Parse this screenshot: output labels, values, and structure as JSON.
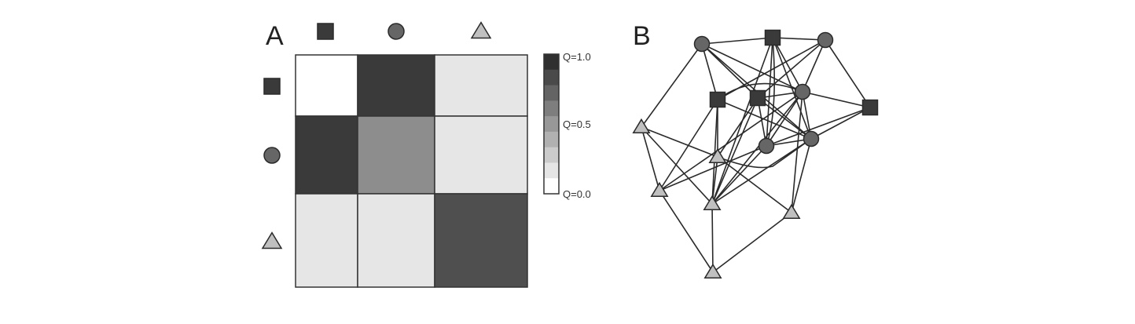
{
  "panels": {
    "a_label": "A",
    "b_label": "B"
  },
  "colors": {
    "square": "#3a3a3a",
    "circle": "#666666",
    "triangle": "#c0c0c0",
    "edge": "#2a2a2a",
    "outline": "#2a2a2a"
  },
  "chart_data": {
    "type": "heatmap",
    "title": "",
    "row_groups": [
      "square",
      "circle",
      "triangle"
    ],
    "col_groups": [
      "square",
      "circle",
      "triangle"
    ],
    "values": [
      [
        0.0,
        0.95,
        0.12
      ],
      [
        0.95,
        0.55,
        0.12
      ],
      [
        0.12,
        0.12,
        0.85
      ]
    ],
    "colorbar": {
      "min": 0.0,
      "max": 1.0,
      "steps": 9,
      "tick_labels": [
        "Q=1.0",
        "Q=0.5",
        "Q=0.0"
      ]
    }
  },
  "network": {
    "nodes": [
      {
        "id": "c1",
        "shape": "circle"
      },
      {
        "id": "s1",
        "shape": "square"
      },
      {
        "id": "c2",
        "shape": "circle"
      },
      {
        "id": "s2",
        "shape": "square"
      },
      {
        "id": "s3",
        "shape": "square"
      },
      {
        "id": "c3",
        "shape": "circle"
      },
      {
        "id": "s4",
        "shape": "square"
      },
      {
        "id": "c4",
        "shape": "circle"
      },
      {
        "id": "c5",
        "shape": "circle"
      },
      {
        "id": "t1",
        "shape": "triangle"
      },
      {
        "id": "t2",
        "shape": "triangle"
      },
      {
        "id": "t3",
        "shape": "triangle"
      },
      {
        "id": "t4",
        "shape": "triangle"
      },
      {
        "id": "t5",
        "shape": "triangle"
      },
      {
        "id": "t6",
        "shape": "triangle"
      }
    ],
    "edges": [
      [
        "c1",
        "s1"
      ],
      [
        "s1",
        "c2"
      ],
      [
        "c1",
        "s2"
      ],
      [
        "c1",
        "c3"
      ],
      [
        "c1",
        "c5"
      ],
      [
        "c1",
        "s3"
      ],
      [
        "c1",
        "t1"
      ],
      [
        "s1",
        "c3"
      ],
      [
        "s1",
        "c4"
      ],
      [
        "s1",
        "c5"
      ],
      [
        "s1",
        "c4b"
      ],
      [
        "c2",
        "s2"
      ],
      [
        "c2",
        "s3"
      ],
      [
        "c2",
        "c3"
      ],
      [
        "c2",
        "s4"
      ],
      [
        "s2",
        "s3c"
      ],
      [
        "s2",
        "c5"
      ],
      [
        "s2",
        "t2"
      ],
      [
        "s2",
        "t3"
      ],
      [
        "s3",
        "c3"
      ],
      [
        "s3",
        "c4"
      ],
      [
        "s3",
        "c5"
      ],
      [
        "s3",
        "t4"
      ],
      [
        "s3",
        "t2"
      ],
      [
        "c3",
        "c4"
      ],
      [
        "c3",
        "c5"
      ],
      [
        "c3",
        "s4"
      ],
      [
        "c3",
        "t4"
      ],
      [
        "c3",
        "t5"
      ],
      [
        "s4",
        "c4"
      ],
      [
        "s4",
        "c5"
      ],
      [
        "c4",
        "c5"
      ],
      [
        "c4",
        "t3"
      ],
      [
        "c4",
        "t4"
      ],
      [
        "t1",
        "t2"
      ],
      [
        "t1",
        "t3"
      ],
      [
        "t1",
        "t4"
      ],
      [
        "t2",
        "c5c"
      ],
      [
        "t2",
        "t4"
      ],
      [
        "t2",
        "t5"
      ],
      [
        "c5",
        "t5"
      ],
      [
        "t3",
        "t6"
      ],
      [
        "t4",
        "t6"
      ],
      [
        "t5",
        "t6"
      ]
    ]
  }
}
